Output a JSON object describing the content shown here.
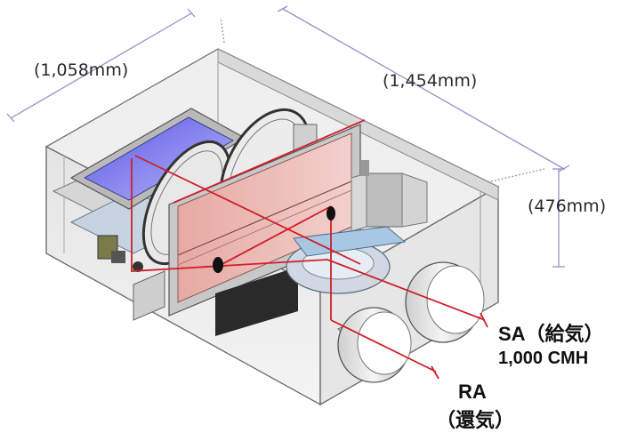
{
  "dimensions": {
    "width": "(1,058mm)",
    "length": "(1,454mm)",
    "height": "(476mm)"
  },
  "callouts": {
    "supply_air": "SA（給気）",
    "flow_rate": "1,000 CMH",
    "return_air": "RA",
    "return_air_sub": "（還気）"
  },
  "colors": {
    "airflow_line": "#d0202a",
    "dimension_line": "#9a8fc4",
    "heat_exchanger": "#e9b8b3",
    "filter": "#6d6bea",
    "casing": "#c9c9c9"
  }
}
